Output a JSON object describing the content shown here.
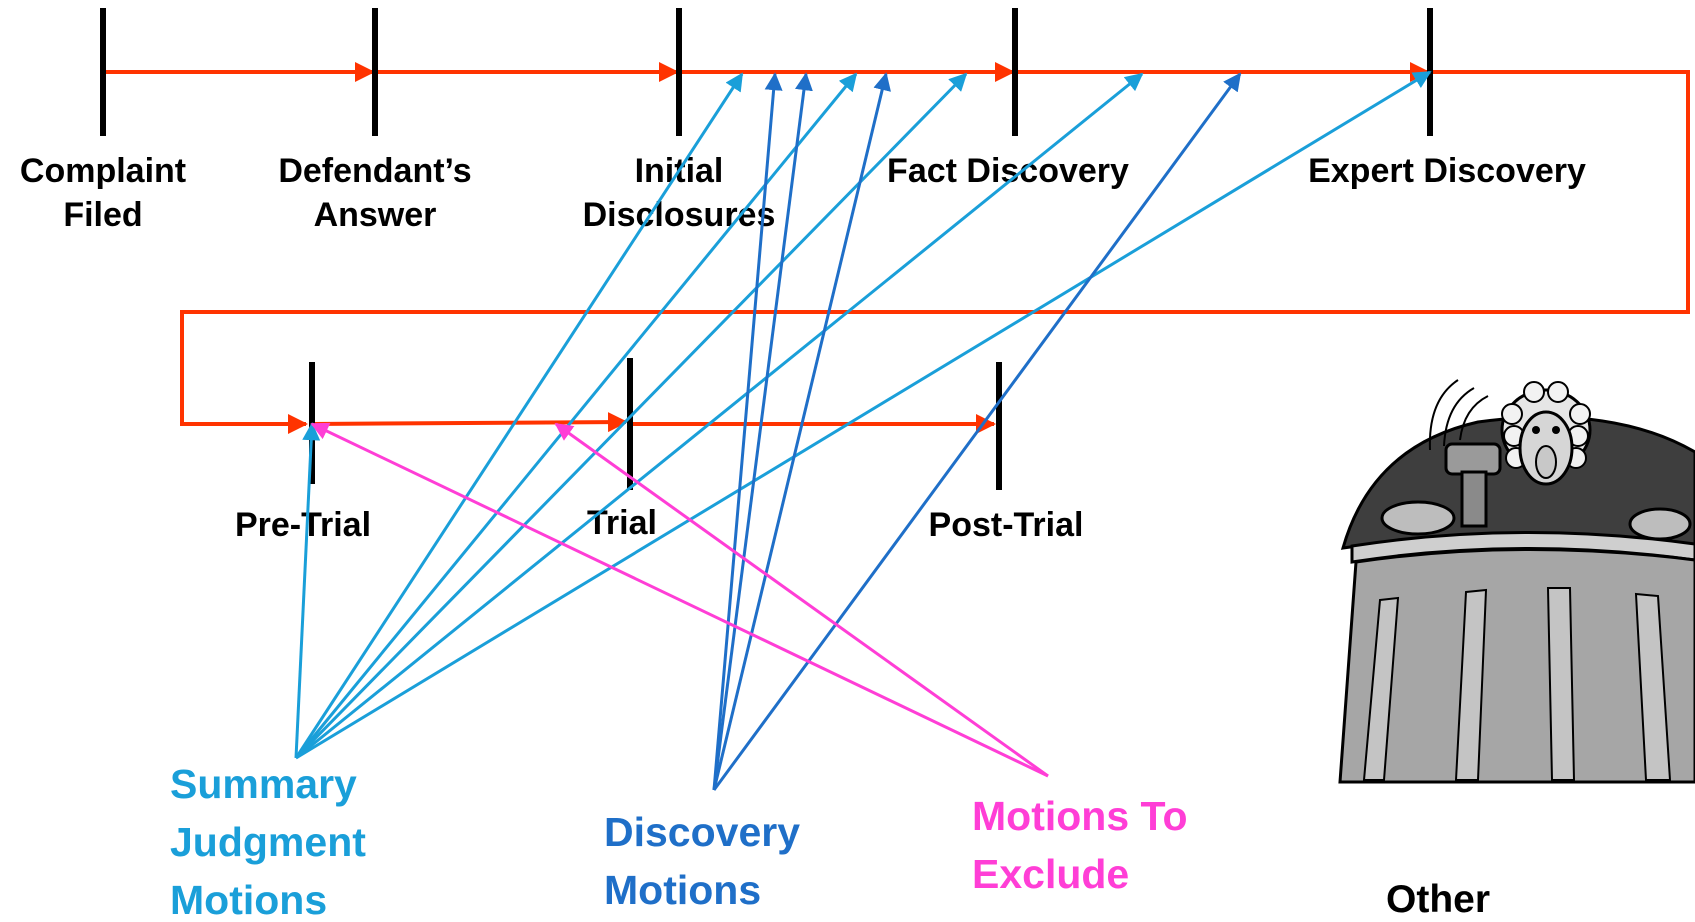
{
  "colors": {
    "timeline": "#ff3300",
    "summary_judgment": "#1a9fd9",
    "discovery": "#1f6fc8",
    "exclude": "#ff3ed6",
    "ink": "#000000"
  },
  "stages_row1": [
    {
      "line1": "Complaint",
      "line2": "Filed"
    },
    {
      "line1": "Defendant’s",
      "line2": "Answer"
    },
    {
      "line1": "Initial",
      "line2": "Disclosures"
    },
    {
      "line1": "Fact Discovery",
      "line2": ""
    },
    {
      "line1": "Expert Discovery",
      "line2": ""
    }
  ],
  "stages_row2": [
    {
      "label": "Pre-Trial"
    },
    {
      "label": "Trial"
    },
    {
      "label": "Post-Trial"
    }
  ],
  "groups": {
    "summary_judgment": {
      "line1": "Summary",
      "line2": "Judgment",
      "line3": "Motions"
    },
    "discovery": {
      "line1": "Discovery",
      "line2": "Motions"
    },
    "exclude": {
      "line1": "Motions To",
      "line2": "Exclude"
    }
  },
  "other_label": "Other",
  "illustration": "judge-at-bench-with-gavel"
}
